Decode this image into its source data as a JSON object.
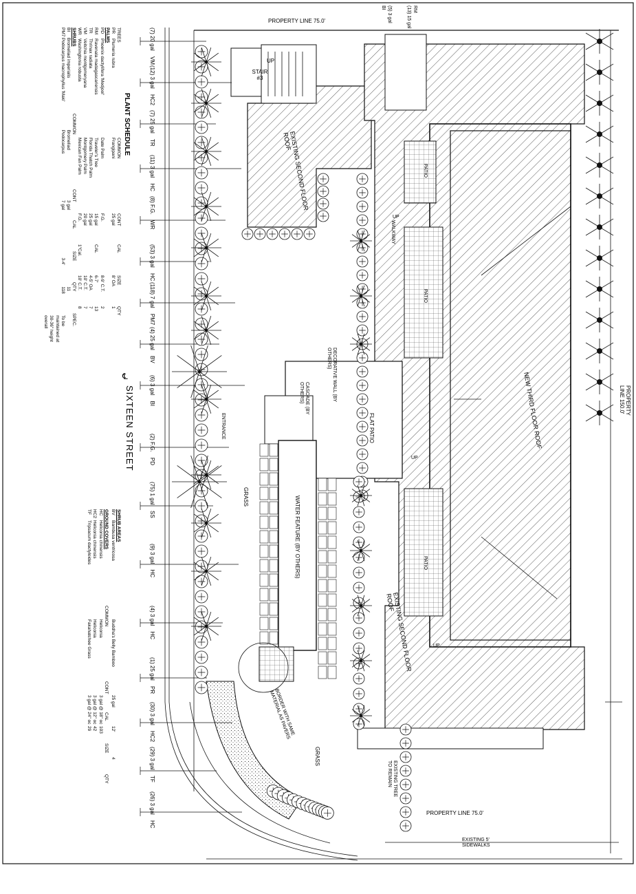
{
  "title": "PLANT SCHEDULE",
  "street": "SIXTEEN STREET",
  "centerline": "℄",
  "property_lines": {
    "top": "PROPERTY LINE 75.0'",
    "right": "PROPERTY LINE 150.0'",
    "bottom": "PROPERTY LINE 75.0'"
  },
  "labels": {
    "stair_up": "UP",
    "stair": "STAIR #3",
    "up": "UP",
    "existing_roof_1": "EXISTING SECOND FLOOR ROOF",
    "existing_roof_2": "EXISTING SECOND FLOOR ROOF",
    "new_roof": "NEW THIRD FLOOR ROOF",
    "walkway": "WALKWAY",
    "patio": "PATIO",
    "flat_patio": "FLAT PATIO",
    "decorative_wall": "DECORATIVE WALL (BY OTHERS)",
    "cascade": "CASCADE (BY OTHERS)",
    "entrance": "ENTRANCE",
    "grass": "GRASS",
    "water_feature": "WATER FEATURE (BY OTHERS)",
    "border": "BORDER WITH SAME MATERIAL AS PAVERS",
    "existing_tree": "EXISTING TREE TO REMAIN",
    "sidewalk": "EXISTING 5' SIDEWALKS"
  },
  "callouts_top": [
    "(13) 15 gal",
    "RM",
    "(5) 3 gal",
    "BI"
  ],
  "callouts_left": [
    {
      "code": "VM",
      "qty": "(7) 20 gal"
    },
    {
      "code": "HC2",
      "qty": "(12) 3 gal"
    },
    {
      "code": "TR",
      "qty": "(7) 25 gal"
    },
    {
      "code": "HC",
      "qty": "(11) 3 gal"
    },
    {
      "code": "WR",
      "qty": "(8) F.G."
    },
    {
      "code": "HC",
      "qty": "(53) 3 gal"
    },
    {
      "code": "PM7",
      "qty": "(118) 7 gal"
    },
    {
      "code": "BV",
      "qty": "(4) 25 gal"
    },
    {
      "code": "BI",
      "qty": "(6) 3 gal"
    },
    {
      "code": "PD",
      "qty": "(2) F.G."
    },
    {
      "code": "SS",
      "qty": "(75) 1 gal"
    },
    {
      "code": "HC",
      "qty": "(9) 3 gal"
    },
    {
      "code": "HC",
      "qty": "(4) 3 gal"
    },
    {
      "code": "PR",
      "qty": "(1) 25 gal"
    },
    {
      "code": "HC2",
      "qty": "(30) 3 gal"
    },
    {
      "code": "TF",
      "qty": "(29) 3 gal"
    },
    {
      "code": "HC",
      "qty": "(26) 3 gal"
    }
  ],
  "schedule": {
    "header": [
      "COMMON",
      "CONT",
      "CAL",
      "SIZE",
      "QTY"
    ],
    "trees_heading": "TREES",
    "trees": [
      {
        "code": "PR",
        "botanical": "Plumeria rubra",
        "common": "Frangipani",
        "cont": "25 gal",
        "cal": "",
        "size": "8' OA",
        "qty": "1"
      }
    ],
    "palms_heading": "PALMS",
    "palms": [
      {
        "code": "PD",
        "botanical": "Phoenix dactylifera 'Medjool'",
        "common": "Date Palm",
        "cont": "F.G.",
        "cal": "",
        "size": "8-9' C.T.",
        "qty": "2"
      },
      {
        "code": "RM",
        "botanical": "Ravenala madagascariensis",
        "common": "Traveler's Tree",
        "cont": "15 gal",
        "cal": "CAL",
        "size": "6-7'",
        "qty": "13"
      },
      {
        "code": "TR",
        "botanical": "Thrinax radiata",
        "common": "Florida Thatch Palm",
        "cont": "25 gal",
        "cal": "",
        "size": "4-5' OA",
        "qty": "7"
      },
      {
        "code": "VM",
        "botanical": "Veitchia montgomeryana",
        "common": "Montgomery Palm",
        "cont": "20 gal",
        "cal": "",
        "size": "10' C.T.",
        "qty": "7"
      },
      {
        "code": "WR",
        "botanical": "Washingtonia robusta",
        "common": "Mexican Fan Palm",
        "cont": "F.G.",
        "cal": "1\"Cal.",
        "size": "10' C.T.",
        "qty": "8"
      }
    ],
    "shrubs_heading": "SHRUBS",
    "shrubs_header": [
      "COMMON",
      "CONT",
      "CAL",
      "SIZE",
      "QTY",
      "SPEC."
    ],
    "shrubs": [
      {
        "code": "BI",
        "botanical": "Bromeliad imperialis",
        "common": "Bromeliad",
        "cont": "3 gal",
        "cal": "",
        "size": "",
        "qty": "11",
        "spec": ""
      },
      {
        "code": "PM7",
        "botanical": "Podocarpus macrophyllus 'Maki'",
        "common": "Podocarpus",
        "cont": "7 gal",
        "cal": "",
        "size": "3-4'",
        "qty": "118",
        "spec": "To be maintained at 30-36\" height overall"
      }
    ],
    "right_col": {
      "bamboo_heading": "SHRUB AREAS",
      "bamboo": {
        "code": "BV",
        "botanical": "Bambusa ventricosa",
        "common": "Buddha's Belly Bamboo",
        "cont": "25 gal",
        "size": "12'",
        "qty": "4"
      },
      "ground_heading": "GROUND COVERS",
      "ground_header": [
        "COMMON",
        "CONT",
        "CAL",
        "SIZE",
        "QTY"
      ],
      "ground": [
        {
          "code": "HC",
          "botanical": "Heliconia chinensis",
          "common": "Heliconia",
          "cont": "3 gal @ 18\" oc",
          "qty": "103"
        },
        {
          "code": "HC2",
          "botanical": "Heliconia chinensis",
          "common": "Heliconia",
          "cont": "3 gal @ 12\" oc",
          "qty": "42"
        },
        {
          "code": "TF",
          "botanical": "Tripsacum dactyloides",
          "common": "Fakahatchee Grass",
          "cont": "3 gal @ 24\" oc",
          "qty": "29"
        }
      ]
    }
  }
}
